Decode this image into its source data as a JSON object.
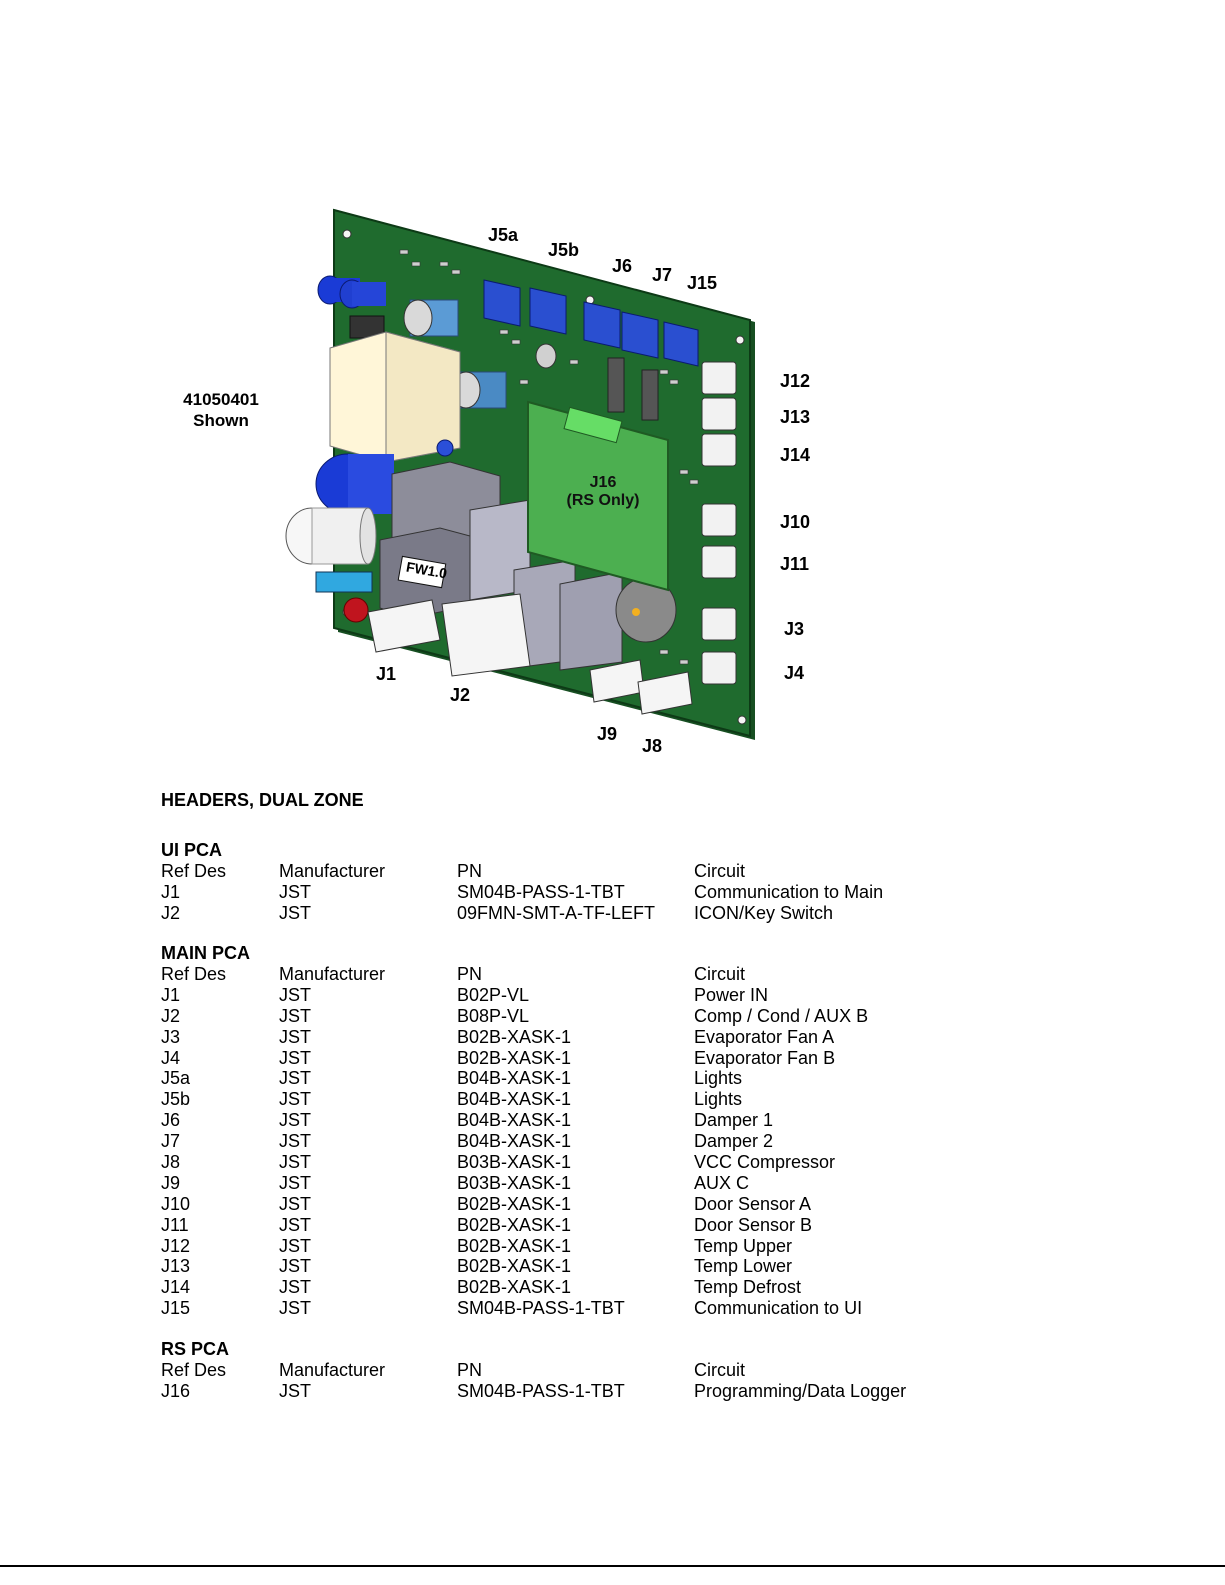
{
  "figure": {
    "board_label": [
      "41050401",
      "Shown"
    ],
    "fw_label": "FW1.0",
    "rs_label": [
      "J16",
      "(RS Only)"
    ],
    "callouts": {
      "j5a": "J5a",
      "j5b": "J5b",
      "j6": "J6",
      "j7": "J7",
      "j15": "J15",
      "j12": "J12",
      "j13": "J13",
      "j14": "J14",
      "j10": "J10",
      "j11": "J11",
      "j3": "J3",
      "j4": "J4",
      "j1": "J1",
      "j2": "J2",
      "j9": "J9",
      "j8": "J8"
    },
    "colors": {
      "board": "#1f6b2e",
      "connector_blue": "#2a4fd0",
      "connector_white": "#f2f2f2",
      "rs_board": "#4caf50",
      "relay": "#b8b8c8"
    }
  },
  "section_title": "HEADERS, DUAL ZONE",
  "columns": [
    "Ref Des",
    "Manufacturer",
    "PN",
    "Circuit"
  ],
  "pcas": [
    {
      "title": "UI PCA",
      "rows": [
        [
          "J1",
          "JST",
          "SM04B-PASS-1-TBT",
          "Communication to Main"
        ],
        [
          "J2",
          "JST",
          "09FMN-SMT-A-TF-LEFT",
          "ICON/Key Switch"
        ]
      ]
    },
    {
      "title": "MAIN PCA",
      "rows": [
        [
          "J1",
          "JST",
          "B02P-VL",
          "Power IN"
        ],
        [
          "J2",
          "JST",
          "B08P-VL",
          "Comp / Cond / AUX B"
        ],
        [
          "J3",
          "JST",
          "B02B-XASK-1",
          "Evaporator Fan A"
        ],
        [
          "J4",
          "JST",
          "B02B-XASK-1",
          "Evaporator Fan B"
        ],
        [
          "J5a",
          "JST",
          "B04B-XASK-1",
          "Lights"
        ],
        [
          "J5b",
          "JST",
          "B04B-XASK-1",
          "Lights"
        ],
        [
          "J6",
          "JST",
          "B04B-XASK-1",
          "Damper 1"
        ],
        [
          "J7",
          "JST",
          "B04B-XASK-1",
          "Damper 2"
        ],
        [
          "J8",
          "JST",
          "B03B-XASK-1",
          "VCC Compressor"
        ],
        [
          "J9",
          "JST",
          "B03B-XASK-1",
          "AUX C"
        ],
        [
          "J10",
          "JST",
          "B02B-XASK-1",
          "Door Sensor A"
        ],
        [
          "J11",
          "JST",
          "B02B-XASK-1",
          "Door Sensor B"
        ],
        [
          "J12",
          "JST",
          "B02B-XASK-1",
          "Temp Upper"
        ],
        [
          "J13",
          "JST",
          "B02B-XASK-1",
          "Temp Lower"
        ],
        [
          "J14",
          "JST",
          "B02B-XASK-1",
          "Temp Defrost"
        ],
        [
          "J15",
          "JST",
          "SM04B-PASS-1-TBT",
          "Communication to UI"
        ]
      ]
    },
    {
      "title": "RS PCA",
      "rows": [
        [
          "J16",
          "JST",
          "SM04B-PASS-1-TBT",
          "Programming/Data Logger"
        ]
      ]
    }
  ]
}
